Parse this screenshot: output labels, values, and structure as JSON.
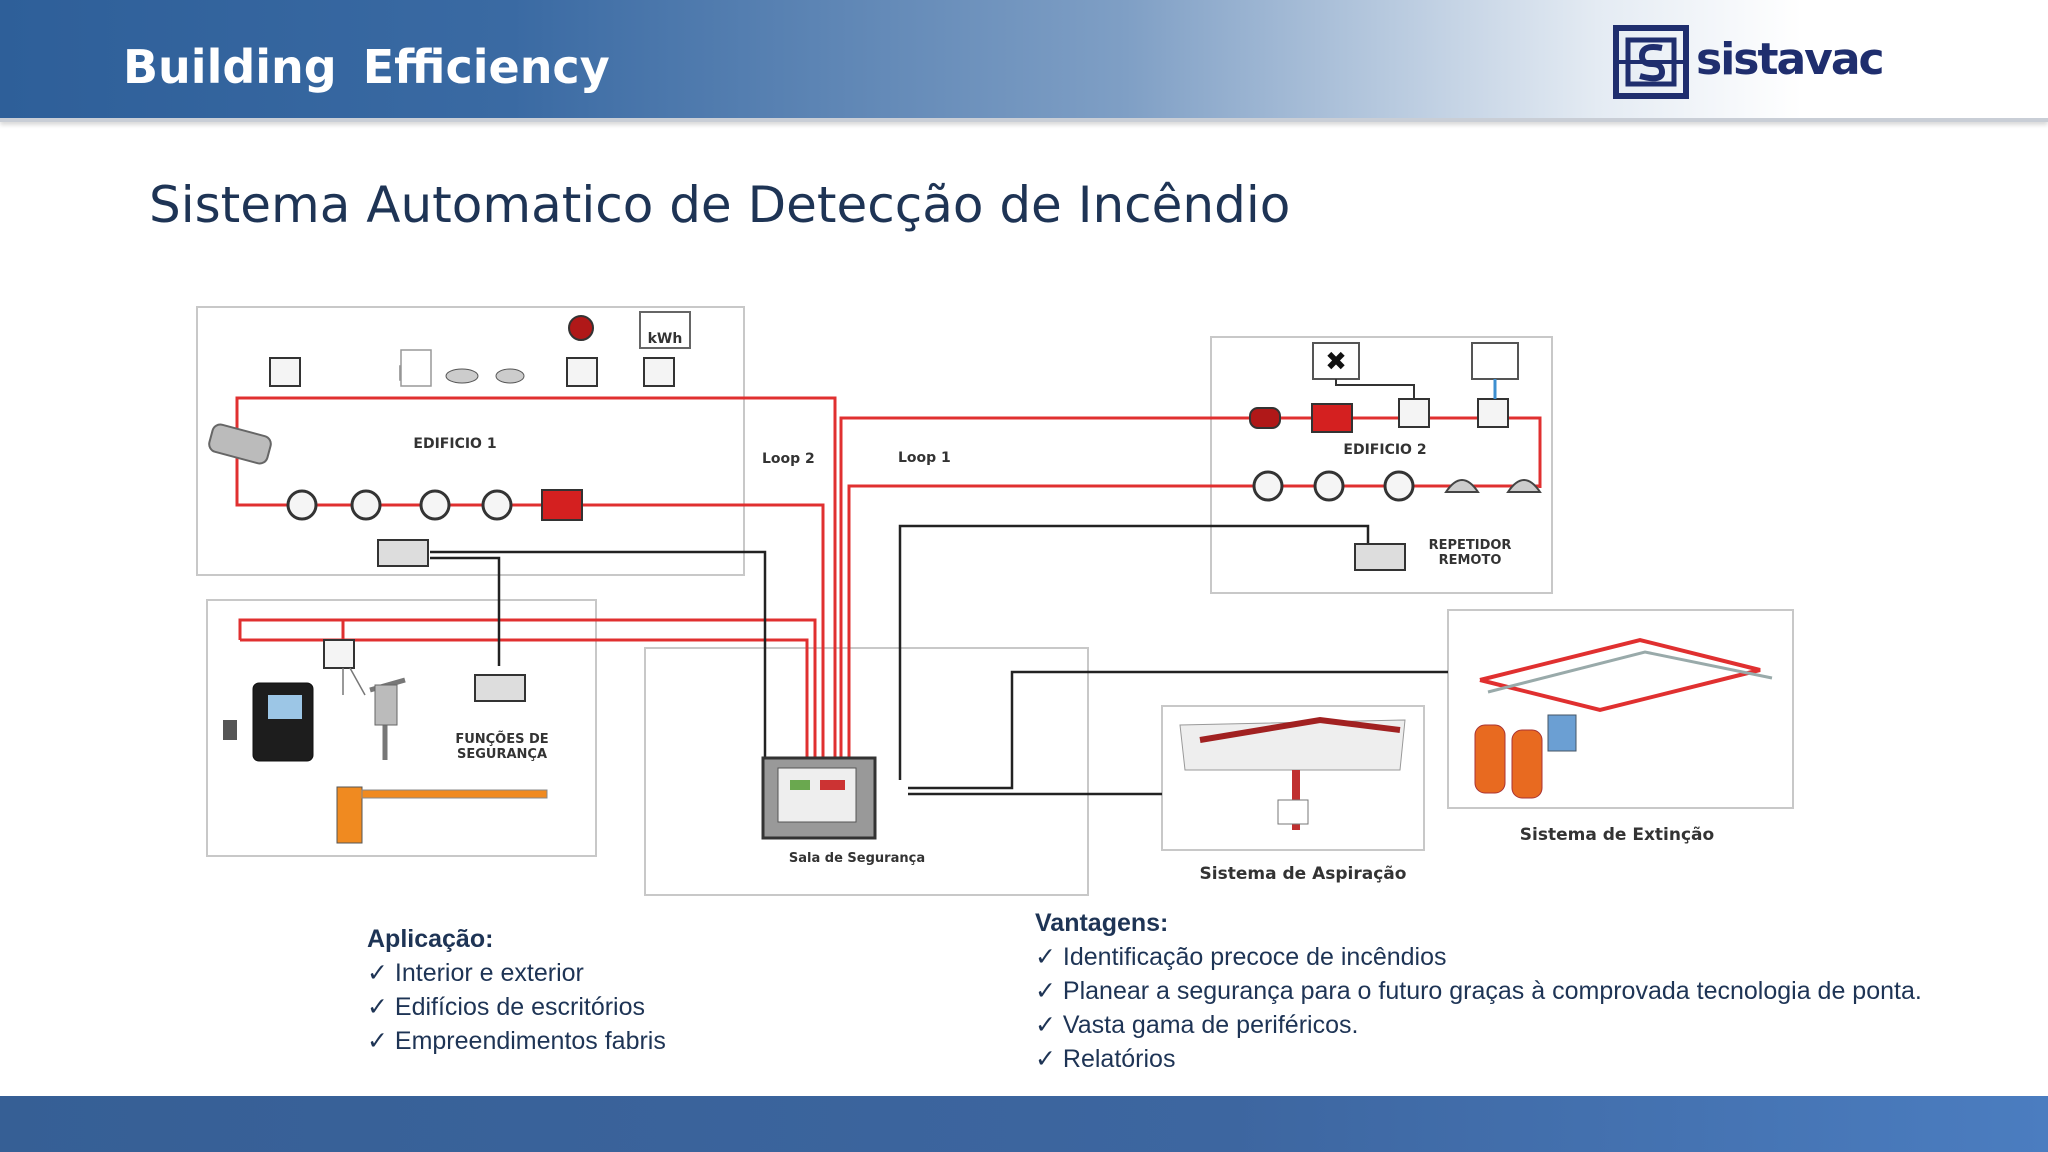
{
  "header": {
    "brand": "Building  Efficiency",
    "logo_text": "sistavac"
  },
  "title": "Sistema Automatico de Detecção de Incêndio",
  "diagram": {
    "building1": "EDIFICIO 1",
    "building2": "EDIFICIO 2",
    "loop2": "Loop 2",
    "loop1": "Loop 1",
    "repeater_line1": "REPETIDOR",
    "repeater_line2": "REMOTO",
    "security_line1": "FUNÇÕES DE",
    "security_line2": "SEGURANÇA",
    "control_room": "Sala de Segurança",
    "aspiration": "Sistema de Aspiração",
    "extinction": "Sistema de Extinção",
    "kwh": "kWh"
  },
  "aplicacao": {
    "heading": "Aplicação:",
    "items": [
      "Interior e exterior",
      "Edifícios de escritórios",
      "Empreendimentos fabris"
    ]
  },
  "vantagens": {
    "heading": "Vantagens:",
    "items": [
      " Identificação precoce de incêndios",
      "Planear a segurança para o futuro graças à comprovada tecnologia de ponta.",
      "Vasta gama de periféricos.",
      " Relatórios"
    ]
  },
  "colors": {
    "loop_line": "#e03030",
    "signal_line": "#222222",
    "header_blue": "#2e5f99",
    "title_text": "#1e3455"
  }
}
